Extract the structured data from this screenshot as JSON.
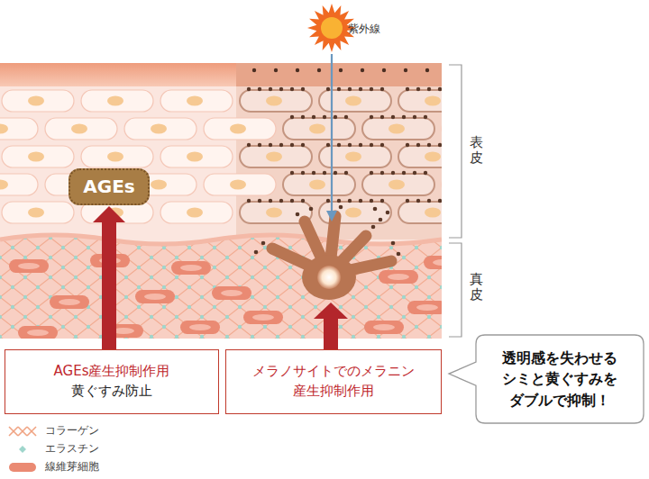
{
  "diagram": {
    "nodes": [
      {
        "text": [
          "AGEs"
        ]
      },
      {
        "text": [
          "AGEs産生抑制作用",
          "黄ぐすみ防止"
        ]
      },
      {
        "text": [
          "メラノサイトでのメラニン 産生抑制作用"
        ]
      },
      {
        "text": [
          "透明感を失わせる シミと黄ぐすみを ダブルで抑制！"
        ]
      }
    ],
    "edges": [
      {
        "from": 1,
        "to": 0,
        "arrow": "to"
      }
    ],
    "labels": [
      "紫外線",
      "表皮",
      "真皮"
    ],
    "legend": [
      {
        "text": "コラーゲン"
      },
      {
        "text": "エラスチン",
        "color": "#9fd6cc"
      },
      {
        "text": "線維芽細胞",
        "color": "#ea8a73"
      }
    ]
  }
}
